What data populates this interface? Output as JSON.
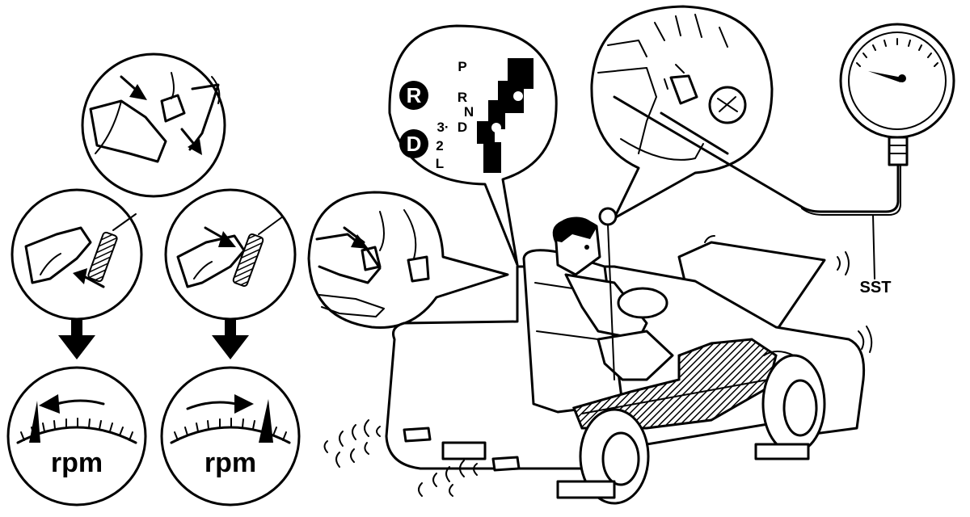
{
  "gauge_labels": {
    "rpm_left": "rpm",
    "rpm_right": "rpm"
  },
  "shift_panel": {
    "badge_r": "R",
    "badge_d": "D",
    "positions": {
      "p": "P",
      "r": "R",
      "n": "N",
      "d": "D",
      "three_prefix": "3·",
      "two": "2",
      "l": "L"
    }
  },
  "tool_label": "SST",
  "colors": {
    "ink": "#000000",
    "paper": "#ffffff",
    "hatch": "#000000"
  }
}
